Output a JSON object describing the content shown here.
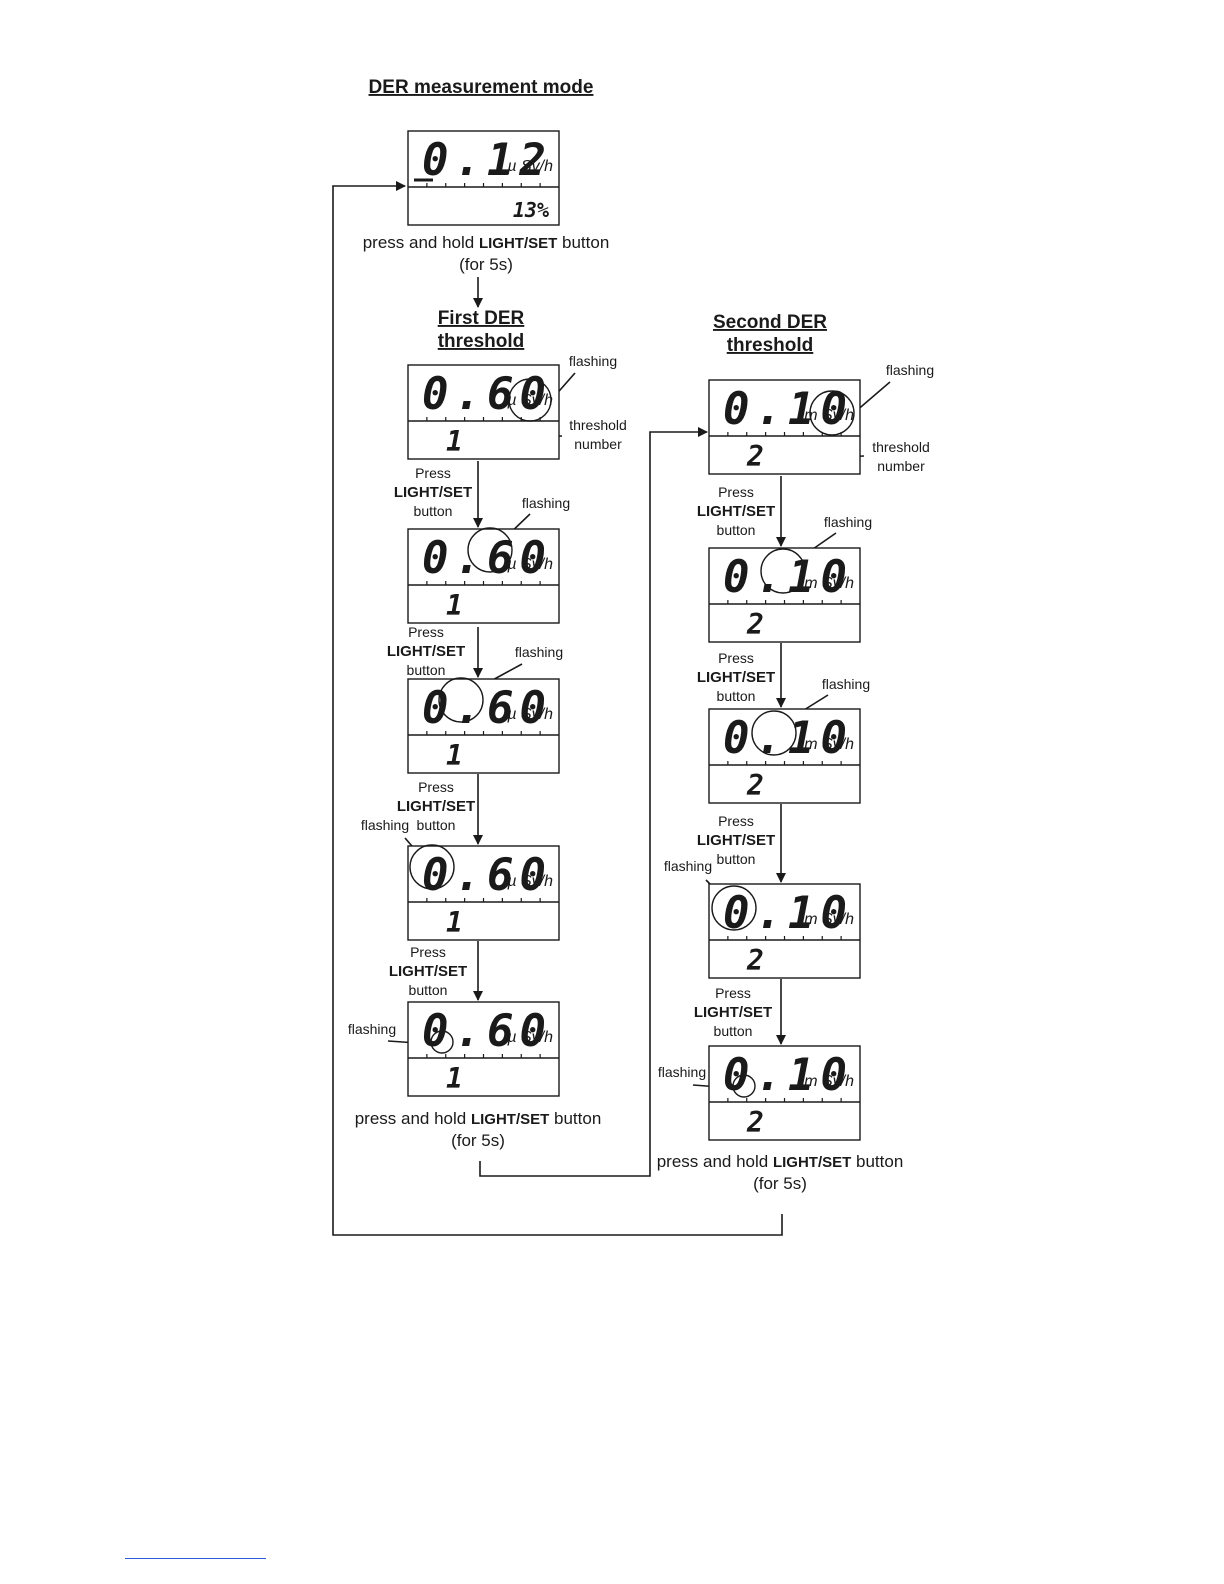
{
  "title": "DER measurement mode",
  "first_header": [
    "First DER",
    "threshold"
  ],
  "second_header": [
    "Second DER",
    "threshold"
  ],
  "hold_caption": [
    "press and hold ",
    "LIGHT/SET",
    " button",
    "(for 5s)"
  ],
  "press_caption": [
    "Press",
    "LIGHT/SET",
    "button"
  ],
  "flashing_label": "flashing",
  "threshold_number_label": [
    "threshold",
    "number"
  ],
  "units": {
    "micro": "µ Sv/h",
    "milli": "m Sv/h"
  },
  "displays": {
    "main": {
      "value": "0.12",
      "sub": "13%",
      "unit": "µ Sv/h"
    },
    "first": {
      "value": "0.60",
      "sub": "1",
      "unit": "µ Sv/h"
    },
    "second": {
      "value": "0.10",
      "sub": "2",
      "unit": "m Sv/h"
    }
  }
}
